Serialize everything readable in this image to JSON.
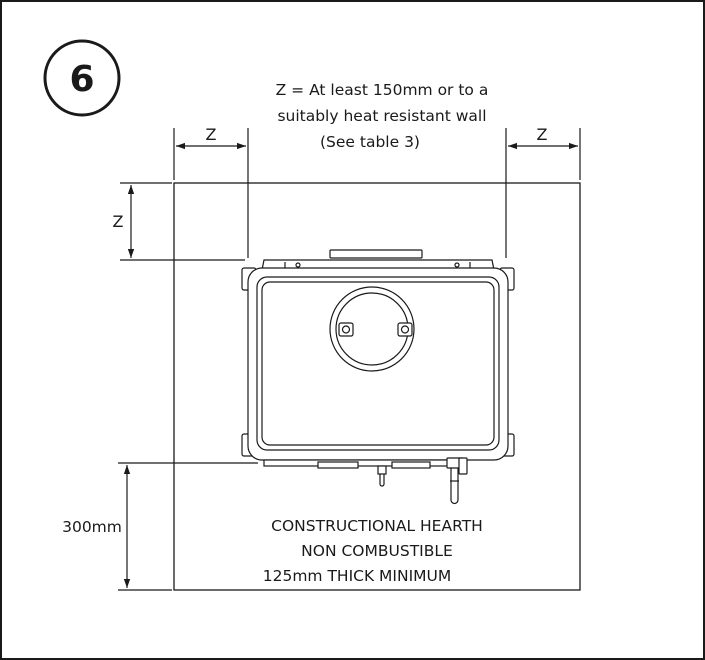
{
  "figure": {
    "step_number": "6",
    "clearance_note": [
      "Z = At least 150mm or to a",
      "suitably heat resistant wall",
      "(See table 3)"
    ],
    "dim_left": "Z",
    "dim_right": "Z",
    "dim_top": "Z",
    "dim_front": "300mm",
    "hearth_text": [
      "CONSTRUCTIONAL HEARTH",
      "NON COMBUSTIBLE",
      "125mm THICK MINIMUM"
    ]
  }
}
